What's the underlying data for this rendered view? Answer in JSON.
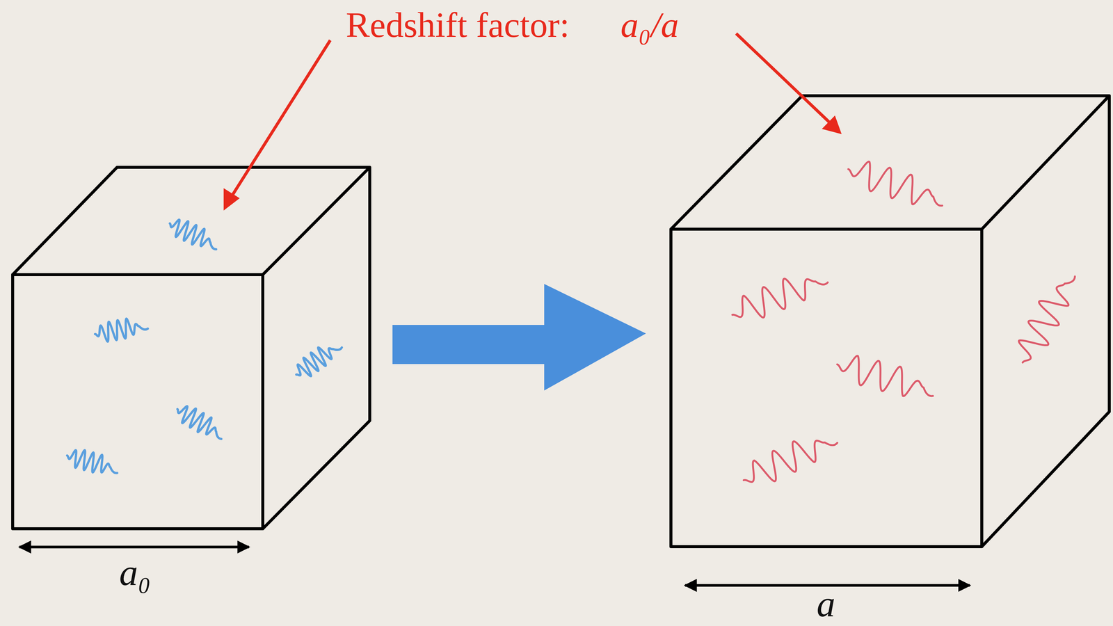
{
  "diagram": {
    "labels": [
      "Redshift factor:",
      "a₀/a",
      "a₀",
      "a"
    ]
  }
}
